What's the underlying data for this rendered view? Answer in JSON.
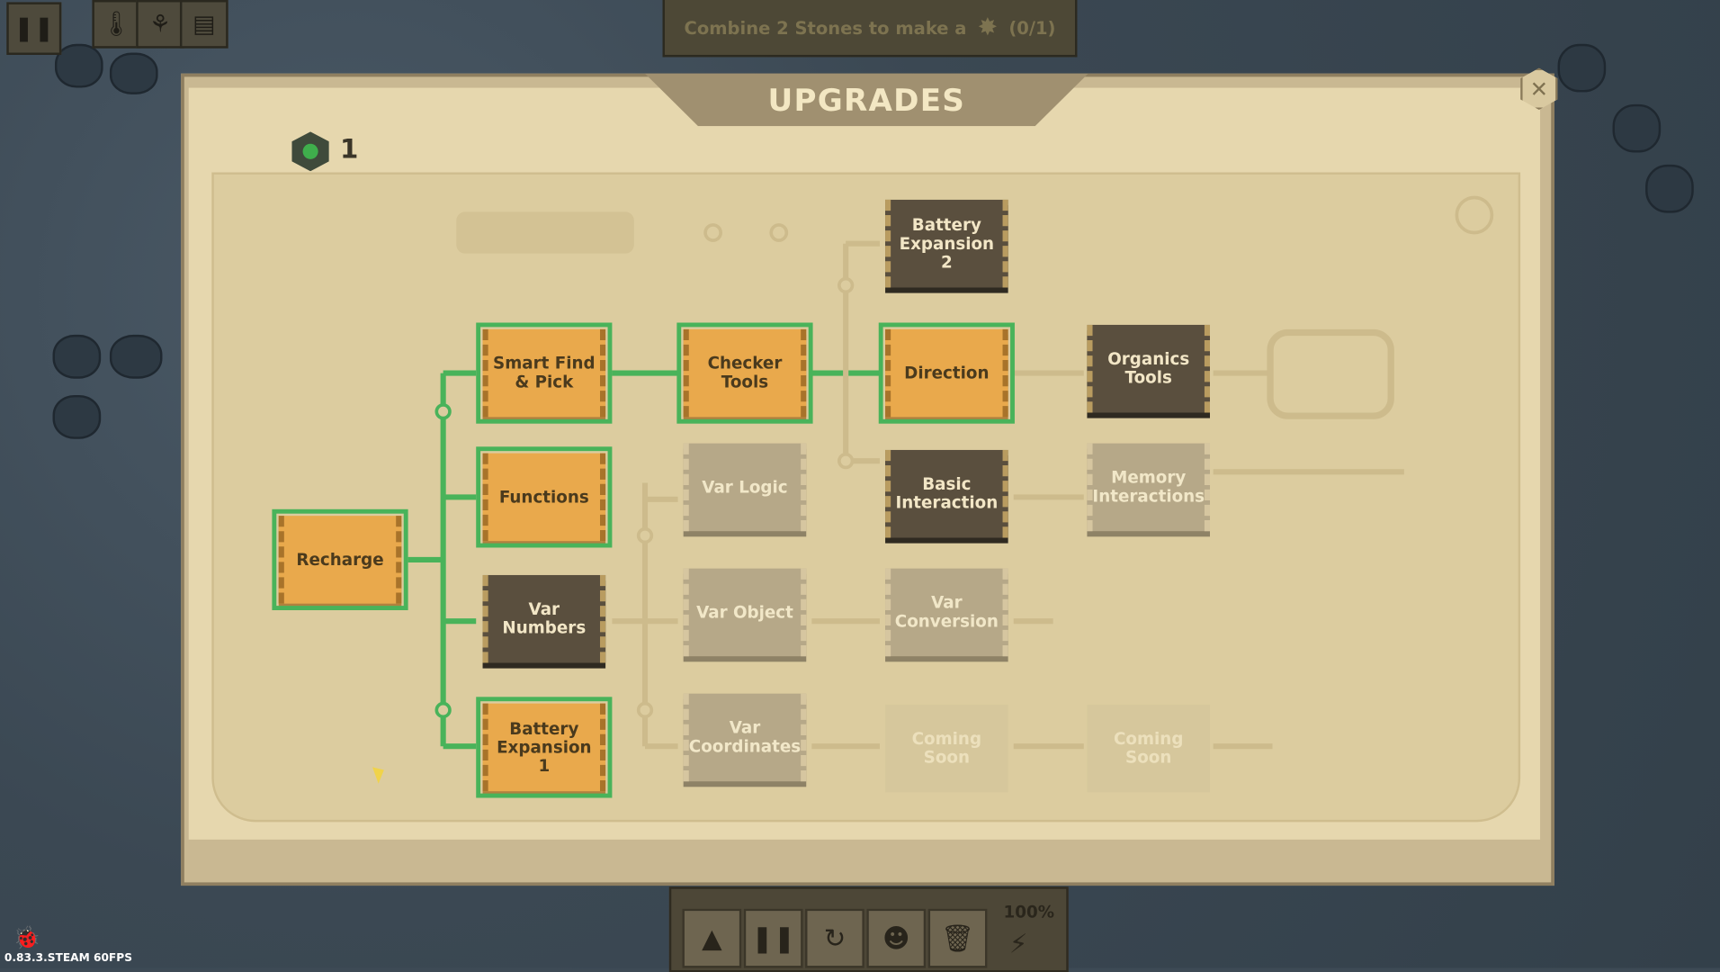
{
  "quest": {
    "text": "Combine 2 Stones to make a",
    "progress": "(0/1)"
  },
  "panel": {
    "title": "UPGRADES",
    "currency_count": "1"
  },
  "nodes": [
    {
      "label": "Recharge",
      "state": "unlocked"
    },
    {
      "label": "Smart Find & Pick",
      "state": "unlocked"
    },
    {
      "label": "Functions",
      "state": "unlocked"
    },
    {
      "label": "Var Numbers",
      "state": "available"
    },
    {
      "label": "Battery Expansion 1",
      "state": "unlocked"
    },
    {
      "label": "Checker Tools",
      "state": "unlocked"
    },
    {
      "label": "Var Logic",
      "state": "locked"
    },
    {
      "label": "Var Object",
      "state": "locked"
    },
    {
      "label": "Var Coordinates",
      "state": "locked"
    },
    {
      "label": "Battery Expansion 2",
      "state": "available"
    },
    {
      "label": "Direction",
      "state": "unlocked"
    },
    {
      "label": "Basic Interaction",
      "state": "available"
    },
    {
      "label": "Var Conversion",
      "state": "locked"
    },
    {
      "label": "Coming Soon",
      "state": "soon"
    },
    {
      "label": "Organics Tools",
      "state": "available"
    },
    {
      "label": "Memory Interactions",
      "state": "locked"
    },
    {
      "label": "Coming Soon",
      "state": "soon"
    }
  ],
  "toolbar": {
    "battery": "100%"
  },
  "version": "0.83.3.STEAM 60FPS",
  "colors": {
    "unlocked": "#e9a94c",
    "available": "#5a4f3e",
    "locked": "#b6a888",
    "wire_active": "#49b35a"
  }
}
